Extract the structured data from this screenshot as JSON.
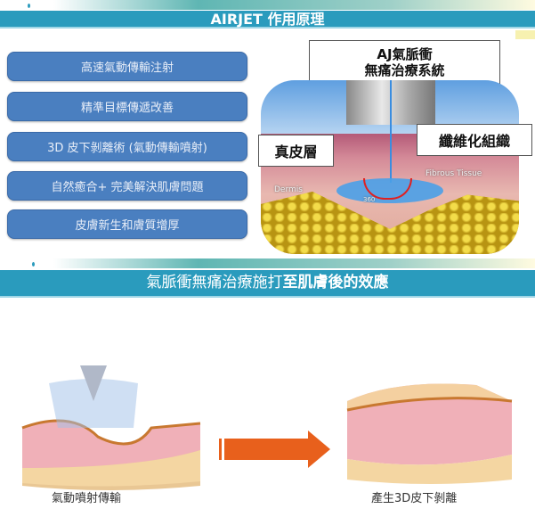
{
  "section1": {
    "title": "AIRJET 作用原理",
    "features": [
      "高速氣動傳輸注射",
      "精準目標傳遞改善",
      "3D 皮下剝離術 (氣動傳輸噴射)",
      "自然癒合+ 完美解決肌膚問題",
      "皮膚新生和膚質增厚"
    ],
    "diagram": {
      "system_label_line1": "AJ氣脈衝",
      "system_label_line2": "無痛治療系統",
      "dermis_label": "真皮層",
      "fibrous_label": "纖維化組織",
      "dermis_en": "Dermis",
      "fibrous_en": "Fibrous Tissue",
      "angle": "360"
    }
  },
  "section2": {
    "title_normal": "氣脈衝無痛治療施打",
    "title_bold": "至肌膚後的效應",
    "caption_left": "氣動噴射傳輸",
    "caption_right": "產生3D皮下剝離"
  },
  "colors": {
    "banner": "#2a9bbd",
    "button": "#4a7fc0",
    "arrow": "#e8601c"
  }
}
